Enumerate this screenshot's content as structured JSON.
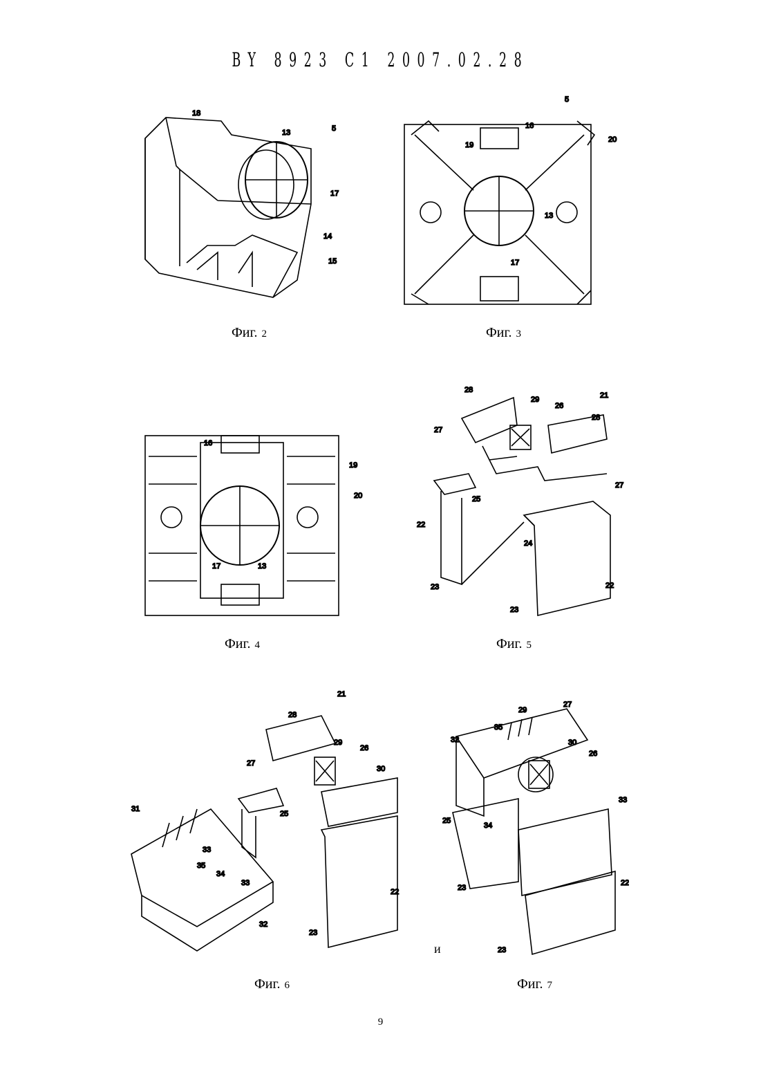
{
  "header": {
    "text": "BY 8923 C1 2007.02.28"
  },
  "figures": [
    {
      "caption_word": "Фиг.",
      "caption_num": "2",
      "labels": [
        "18",
        "13",
        "5",
        "17",
        "14",
        "15"
      ]
    },
    {
      "caption_word": "Фиг.",
      "caption_num": "3",
      "labels": [
        "5",
        "16",
        "20",
        "19",
        "13",
        "17"
      ]
    },
    {
      "caption_word": "Фиг.",
      "caption_num": "4",
      "labels": [
        "16",
        "19",
        "20",
        "17",
        "13"
      ]
    },
    {
      "caption_word": "Фиг.",
      "caption_num": "5",
      "labels": [
        "28",
        "29",
        "21",
        "26",
        "28",
        "27",
        "27",
        "25",
        "22",
        "24",
        "23",
        "22",
        "23"
      ]
    },
    {
      "caption_word": "Фиг.",
      "caption_num": "6",
      "labels": [
        "21",
        "28",
        "27",
        "29",
        "26",
        "30",
        "25",
        "31",
        "33",
        "35",
        "34",
        "33",
        "32",
        "22",
        "23"
      ]
    },
    {
      "caption_word": "Фиг.",
      "caption_num": "7",
      "labels": [
        "29",
        "27",
        "35",
        "32",
        "30",
        "26",
        "33",
        "25",
        "34",
        "23",
        "22",
        "23"
      ]
    }
  ],
  "stray_letter": "и",
  "page_number": "9"
}
